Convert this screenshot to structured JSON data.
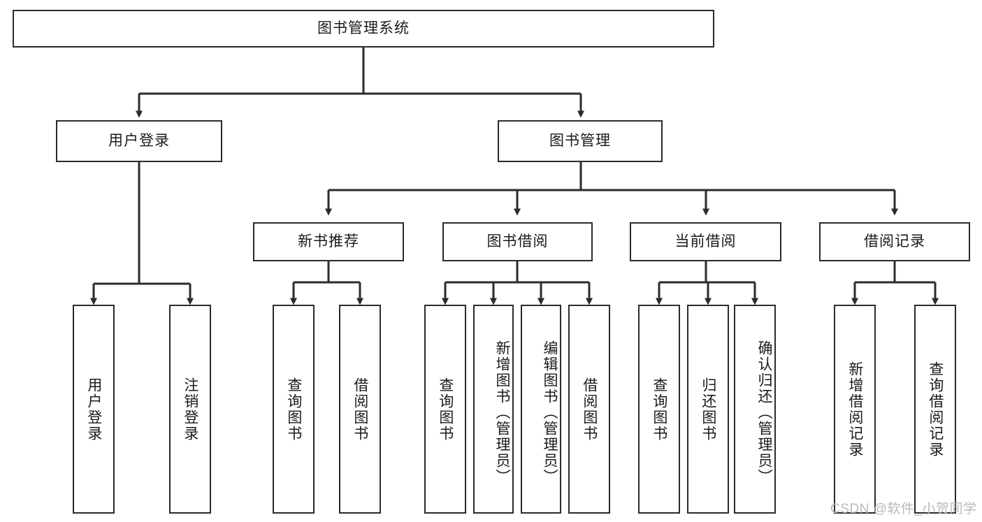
{
  "diagram": {
    "type": "tree",
    "title": "图书管理系统",
    "watermark": "CSDN @软件_小贺同学",
    "colors": {
      "node_border": "#2b2b2b",
      "node_fill": "#ffffff",
      "connector": "#2b2b2b",
      "text": "#1a1a1a",
      "watermark": "#b9b9b9"
    },
    "nodes": {
      "root": "图书管理系统",
      "level2": {
        "user_login": "用户登录",
        "book_manage": "图书管理"
      },
      "level3": {
        "new_book_rec": "新书推荐",
        "book_borrow": "图书借阅",
        "current_borrow": "当前借阅",
        "borrow_record": "借阅记录"
      },
      "leaves": {
        "user_login_children": [
          "用户登录",
          "注销登录"
        ],
        "new_book_rec_children": [
          "查询图书",
          "借阅图书"
        ],
        "book_borrow_children": [
          "查询图书",
          "新增图书（管理员）",
          "编辑图书（管理员）",
          "借阅图书"
        ],
        "current_borrow_children": [
          "查询图书",
          "归还图书",
          "确认归还（管理员）"
        ],
        "borrow_record_children": [
          "新增借阅记录",
          "查询借阅记录"
        ]
      }
    }
  }
}
